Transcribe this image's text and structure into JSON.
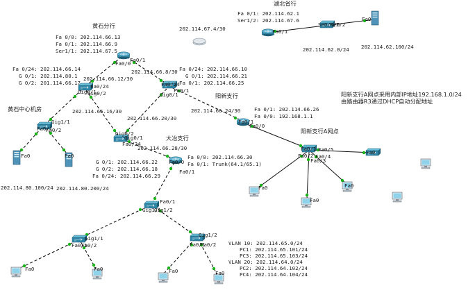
{
  "titles": {
    "hubei": "湖北省行",
    "huangshi": "黄石分行",
    "yangxin": "阳新支行",
    "daye": "大冶支行",
    "huangshi_center": "黄石中心机房",
    "yangxin_a": "阳新支行A网点"
  },
  "router_hubei": {
    "line1": "Fa 0/1: 202.114.62.1",
    "line2": "Ser1/2: 202.114.67.6"
  },
  "router_huangshi": {
    "line1": "Fa 0/0: 202.114.66.13",
    "line2": "Fa 0/1: 202.114.66.9",
    "line3": "Ser1/1: 202.114.67.5"
  },
  "switch_huangshi": {
    "line1": "Fa 0/24: 202.114.66.14",
    "line2": "G 0/1: 202.114.80.1",
    "line3": "G 0/2: 201.114.66.17"
  },
  "switch_yangxin": {
    "line1": "Fa 0/24: 202.114.66.10",
    "line2": "G 0/1: 202.114.66.21",
    "line3": "Fa 0/1: 202.114.66.25"
  },
  "router_yangxin_a": {
    "line1": "Fa 0/1: 202.114.66.26",
    "line2": "Fa 0/0: 192.168.1.1"
  },
  "switch_daye": {
    "line1": "G 0/1: 202.114.66.22",
    "line2": "G 0/2: 202.114.66.18",
    "line3": "Fa 0/24: 202.114.66.29"
  },
  "router_daye": {
    "line1": "Fa 0/0: 202.114.66.30",
    "line2": "Fa 0/1: Trunk(64.1/65.1)"
  },
  "note_yangxin_a": {
    "line1": "阳新支行A网点采用内部IP地址192.168.1.0/24",
    "line2": "由路由器R3通过DHCP自动分配地址"
  },
  "vlans": [
    "VLAN 10: 202.114.65.0/24",
    "PC1: 202.114.65.101/24",
    "PC3: 202.114.65.103/24",
    "VLAN 20: 202.114.64.0/24",
    "PC2: 202.114.64.102/24",
    "PC4: 202.114.64.104/24"
  ],
  "subnets": {
    "wan": "202.114.67.4/30",
    "hubei_lan": "202.114.62.0/24",
    "hubei_server": "202.114.62.100/24",
    "hs_rt_sw": "202.114.66.12/30",
    "hs_rt_yx": "202.114.66.8/30",
    "hs_sw_dy": "202.114.66.16/30",
    "yx_dy": "202.114.66.20/30",
    "yx_a": "202.114.66.24/30",
    "dy_rt": "202.114.66.28/30",
    "server1": "202.114.80.100/24",
    "server2": "202.114.80.200/24"
  },
  "ports": {
    "fa0": "Fa0",
    "fa0_0": "Fa0/0",
    "fa0_1": "Fa0/1",
    "fa0_2": "Fa0/2",
    "fa0_3": "Fa0/3",
    "fa0_4": "Fa0/4",
    "fa0_5": "Fa0/5",
    "fa0_24": "Fa0/24",
    "gig0_1": "Gig0/1",
    "gig0_2": "Gig0/2",
    "gig1_1": "Gig1/1",
    "gig1_2": "Gig1/2",
    "se0_0_0": "Se0/0/0",
    "se2_2": "Se2/2",
    "fa0_sw": "Fa0/"
  },
  "colors": {
    "router": "#2f86a6",
    "switch": "#2f86a6",
    "link_dot": "#19b319",
    "pc_screen": "#8fd3ea"
  }
}
